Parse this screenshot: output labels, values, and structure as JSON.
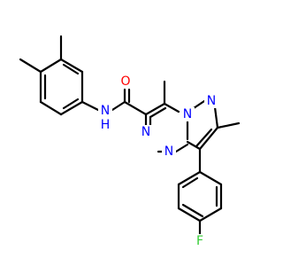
{
  "diagram": {
    "type": "chemical-structure",
    "atom_labels": {
      "amide_oxygen": "O",
      "amide_nh": "N",
      "amide_h": "H",
      "pyrazole_n1": "N",
      "pyrazole_n2": "N",
      "triazine_n_a": "N",
      "triazine_n_b": "N",
      "fluorine": "F"
    },
    "colors": {
      "bond": "#000000",
      "nitrogen": "#0000ff",
      "oxygen": "#ff0000",
      "fluorine": "#33cc33",
      "background": "#ffffff"
    }
  }
}
